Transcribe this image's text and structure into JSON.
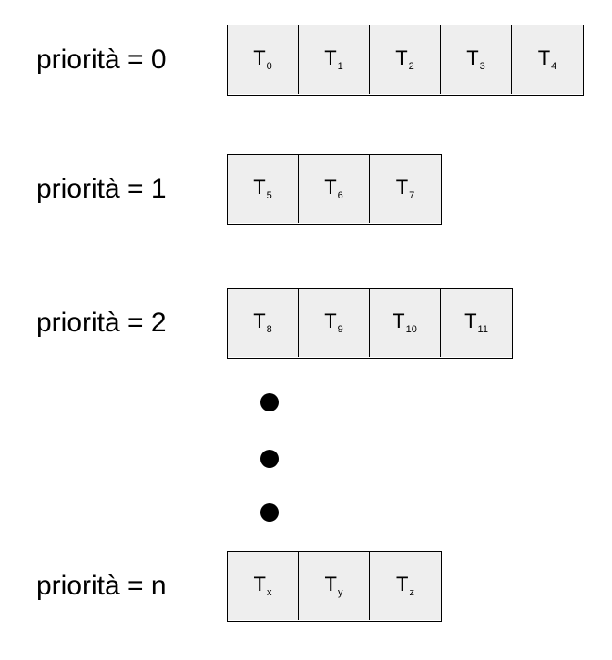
{
  "queues": [
    {
      "label": "priorità = 0",
      "tasks": [
        {
          "base": "T",
          "sub": "0"
        },
        {
          "base": "T",
          "sub": "1"
        },
        {
          "base": "T",
          "sub": "2"
        },
        {
          "base": "T",
          "sub": "3"
        },
        {
          "base": "T",
          "sub": "4"
        }
      ]
    },
    {
      "label": "priorità = 1",
      "tasks": [
        {
          "base": "T",
          "sub": "5"
        },
        {
          "base": "T",
          "sub": "6"
        },
        {
          "base": "T",
          "sub": "7"
        }
      ]
    },
    {
      "label": "priorità = 2",
      "tasks": [
        {
          "base": "T",
          "sub": "8"
        },
        {
          "base": "T",
          "sub": "9"
        },
        {
          "base": "T",
          "sub": "10"
        },
        {
          "base": "T",
          "sub": "11"
        }
      ]
    },
    {
      "label": "priorità = n",
      "tasks": [
        {
          "base": "T",
          "sub": "x"
        },
        {
          "base": "T",
          "sub": "y"
        },
        {
          "base": "T",
          "sub": "z"
        }
      ]
    }
  ]
}
